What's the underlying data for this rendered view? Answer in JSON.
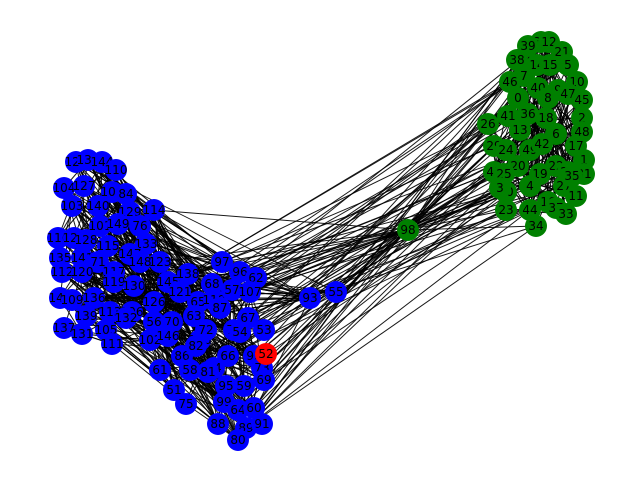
{
  "colors": {
    "green": "#008000",
    "blue": "#0000ff",
    "red": "#ff0000",
    "edge": "#000000",
    "background": "#ffffff"
  },
  "nodes": [
    {
      "id": "32",
      "group": "green"
    },
    {
      "id": "12",
      "group": "green"
    },
    {
      "id": "39",
      "group": "green"
    },
    {
      "id": "21",
      "group": "green"
    },
    {
      "id": "38",
      "group": "green"
    },
    {
      "id": "14",
      "group": "green"
    },
    {
      "id": "15",
      "group": "green"
    },
    {
      "id": "5",
      "group": "green"
    },
    {
      "id": "7",
      "group": "green"
    },
    {
      "id": "46",
      "group": "green"
    },
    {
      "id": "10",
      "group": "green"
    },
    {
      "id": "40",
      "group": "green"
    },
    {
      "id": "9",
      "group": "green"
    },
    {
      "id": "47",
      "group": "green"
    },
    {
      "id": "0",
      "group": "green"
    },
    {
      "id": "8",
      "group": "green"
    },
    {
      "id": "45",
      "group": "green"
    },
    {
      "id": "41",
      "group": "green"
    },
    {
      "id": "36",
      "group": "green"
    },
    {
      "id": "18",
      "group": "green"
    },
    {
      "id": "2",
      "group": "green"
    },
    {
      "id": "26",
      "group": "green"
    },
    {
      "id": "13",
      "group": "green"
    },
    {
      "id": "6",
      "group": "green"
    },
    {
      "id": "48",
      "group": "green"
    },
    {
      "id": "29",
      "group": "green"
    },
    {
      "id": "24",
      "group": "green"
    },
    {
      "id": "49",
      "group": "green"
    },
    {
      "id": "42",
      "group": "green"
    },
    {
      "id": "17",
      "group": "green"
    },
    {
      "id": "20",
      "group": "green"
    },
    {
      "id": "22",
      "group": "green"
    },
    {
      "id": "1",
      "group": "green"
    },
    {
      "id": "43",
      "group": "green"
    },
    {
      "id": "25",
      "group": "green"
    },
    {
      "id": "19",
      "group": "green"
    },
    {
      "id": "28",
      "group": "green"
    },
    {
      "id": "31",
      "group": "green"
    },
    {
      "id": "30",
      "group": "green"
    },
    {
      "id": "4",
      "group": "green"
    },
    {
      "id": "27",
      "group": "green"
    },
    {
      "id": "11",
      "group": "green"
    },
    {
      "id": "16",
      "group": "green"
    },
    {
      "id": "37",
      "group": "green"
    },
    {
      "id": "23",
      "group": "green"
    },
    {
      "id": "44",
      "group": "green"
    },
    {
      "id": "33",
      "group": "green"
    },
    {
      "id": "34",
      "group": "green"
    },
    {
      "id": "3",
      "group": "green"
    },
    {
      "id": "35",
      "group": "green"
    },
    {
      "id": "98",
      "group": "green"
    },
    {
      "id": "124",
      "group": "blue"
    },
    {
      "id": "134",
      "group": "blue"
    },
    {
      "id": "144",
      "group": "blue"
    },
    {
      "id": "110",
      "group": "blue"
    },
    {
      "id": "104",
      "group": "blue"
    },
    {
      "id": "127",
      "group": "blue"
    },
    {
      "id": "108",
      "group": "blue"
    },
    {
      "id": "103",
      "group": "blue"
    },
    {
      "id": "140",
      "group": "blue"
    },
    {
      "id": "84",
      "group": "blue"
    },
    {
      "id": "114",
      "group": "blue"
    },
    {
      "id": "129",
      "group": "blue"
    },
    {
      "id": "101",
      "group": "blue"
    },
    {
      "id": "149",
      "group": "blue"
    },
    {
      "id": "76",
      "group": "blue"
    },
    {
      "id": "116",
      "group": "blue"
    },
    {
      "id": "125",
      "group": "blue"
    },
    {
      "id": "128",
      "group": "blue"
    },
    {
      "id": "115",
      "group": "blue"
    },
    {
      "id": "133",
      "group": "blue"
    },
    {
      "id": "147",
      "group": "blue"
    },
    {
      "id": "135",
      "group": "blue"
    },
    {
      "id": "141",
      "group": "blue"
    },
    {
      "id": "71",
      "group": "blue"
    },
    {
      "id": "123",
      "group": "blue"
    },
    {
      "id": "112",
      "group": "blue"
    },
    {
      "id": "120",
      "group": "blue"
    },
    {
      "id": "117",
      "group": "blue"
    },
    {
      "id": "148",
      "group": "blue"
    },
    {
      "id": "138",
      "group": "blue"
    },
    {
      "id": "119",
      "group": "blue"
    },
    {
      "id": "145",
      "group": "blue"
    },
    {
      "id": "130",
      "group": "blue"
    },
    {
      "id": "143",
      "group": "blue"
    },
    {
      "id": "109",
      "group": "blue"
    },
    {
      "id": "136",
      "group": "blue"
    },
    {
      "id": "139",
      "group": "blue"
    },
    {
      "id": "113",
      "group": "blue"
    },
    {
      "id": "106",
      "group": "blue"
    },
    {
      "id": "126",
      "group": "blue"
    },
    {
      "id": "137",
      "group": "blue"
    },
    {
      "id": "131",
      "group": "blue"
    },
    {
      "id": "105",
      "group": "blue"
    },
    {
      "id": "132",
      "group": "blue"
    },
    {
      "id": "111",
      "group": "blue"
    },
    {
      "id": "102",
      "group": "blue"
    },
    {
      "id": "56",
      "group": "blue"
    },
    {
      "id": "70",
      "group": "blue"
    },
    {
      "id": "146",
      "group": "blue"
    },
    {
      "id": "65",
      "group": "blue"
    },
    {
      "id": "63",
      "group": "blue"
    },
    {
      "id": "121",
      "group": "blue"
    },
    {
      "id": "118",
      "group": "blue"
    },
    {
      "id": "118b",
      "label": "118",
      "group": "blue"
    },
    {
      "id": "97",
      "group": "blue"
    },
    {
      "id": "96",
      "group": "blue"
    },
    {
      "id": "62",
      "group": "blue"
    },
    {
      "id": "68",
      "group": "blue"
    },
    {
      "id": "57",
      "group": "blue"
    },
    {
      "id": "107",
      "group": "blue"
    },
    {
      "id": "93",
      "group": "blue"
    },
    {
      "id": "67",
      "group": "blue"
    },
    {
      "id": "87",
      "group": "blue"
    },
    {
      "id": "53",
      "group": "blue"
    },
    {
      "id": "78",
      "group": "blue"
    },
    {
      "id": "54",
      "group": "blue"
    },
    {
      "id": "86",
      "group": "blue"
    },
    {
      "id": "66",
      "group": "blue"
    },
    {
      "id": "92",
      "group": "blue"
    },
    {
      "id": "94",
      "group": "blue"
    },
    {
      "id": "73",
      "group": "blue"
    },
    {
      "id": "69",
      "group": "blue"
    },
    {
      "id": "95",
      "group": "blue"
    },
    {
      "id": "59",
      "group": "blue"
    },
    {
      "id": "51",
      "group": "blue"
    },
    {
      "id": "99",
      "group": "blue"
    },
    {
      "id": "75",
      "group": "blue"
    },
    {
      "id": "64",
      "group": "blue"
    },
    {
      "id": "60",
      "group": "blue"
    },
    {
      "id": "88",
      "group": "blue"
    },
    {
      "id": "89",
      "group": "blue"
    },
    {
      "id": "91",
      "group": "blue"
    },
    {
      "id": "80",
      "group": "blue"
    },
    {
      "id": "82",
      "group": "blue"
    },
    {
      "id": "61",
      "group": "blue"
    },
    {
      "id": "58",
      "group": "blue"
    },
    {
      "id": "81",
      "group": "blue"
    },
    {
      "id": "72",
      "group": "blue"
    },
    {
      "id": "55",
      "group": "blue"
    },
    {
      "id": "52",
      "group": "red"
    }
  ]
}
